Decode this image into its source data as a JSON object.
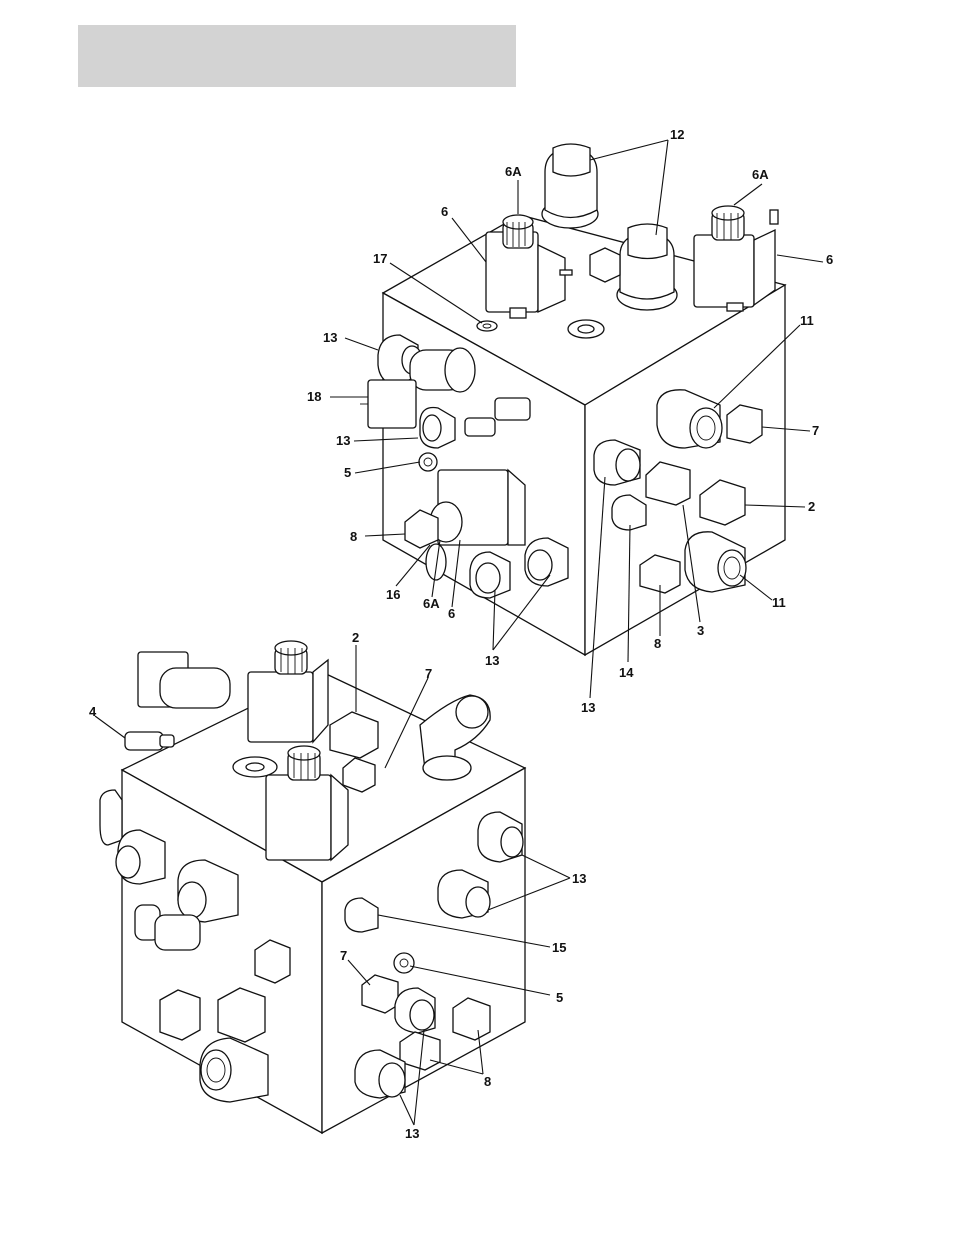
{
  "header": {
    "title": ""
  },
  "callouts": {
    "top_12": "12",
    "top_6a_left": "6A",
    "top_6a_right": "6A",
    "top_6_left": "6",
    "top_6_right": "6",
    "top_17": "17",
    "top_13_a": "13",
    "top_11_a": "11",
    "top_18": "18",
    "top_13_b": "13",
    "top_7": "7",
    "top_5": "5",
    "top_2": "2",
    "top_8_left": "8",
    "top_16": "16",
    "top_6a_lower": "6A",
    "top_6_lower": "6",
    "top_11_b": "11",
    "top_8_right": "8",
    "top_3": "3",
    "top_13_c": "13",
    "top_14": "14",
    "top_13_d": "13",
    "bot_2": "2",
    "bot_7_top": "7",
    "bot_4": "4",
    "bot_13_a": "13",
    "bot_15": "15",
    "bot_7_left": "7",
    "bot_5": "5",
    "bot_8": "8",
    "bot_13_b": "13"
  }
}
